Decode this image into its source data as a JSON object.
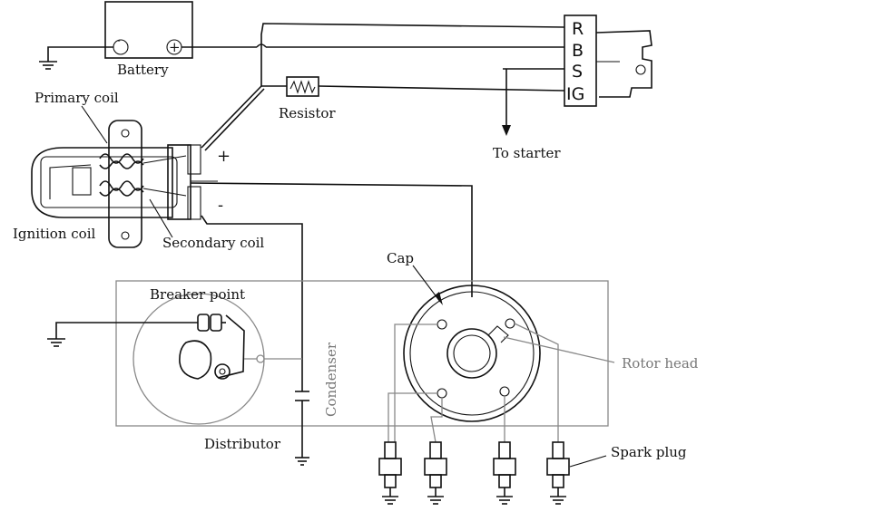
{
  "labels": {
    "battery": "Battery",
    "battery_neg": "-",
    "battery_pos": "+",
    "primary_coil": "Primary coil",
    "resistor": "Resistor",
    "ignition_coil": "Ignition coil",
    "secondary_coil": "Secondary coil",
    "coil_pos": "+",
    "coil_neg": "-",
    "to_starter": "To starter",
    "cap": "Cap",
    "breaker_point": "Breaker point",
    "condenser": "Condenser",
    "rotor_head": "Rotor head",
    "distributor": "Distributor",
    "spark_plug": "Spark plug"
  },
  "switch_terminals": [
    "R",
    "B",
    "S",
    "IG"
  ],
  "colors": {
    "line": "#111111",
    "faint": "#888888",
    "background": "#ffffff"
  }
}
